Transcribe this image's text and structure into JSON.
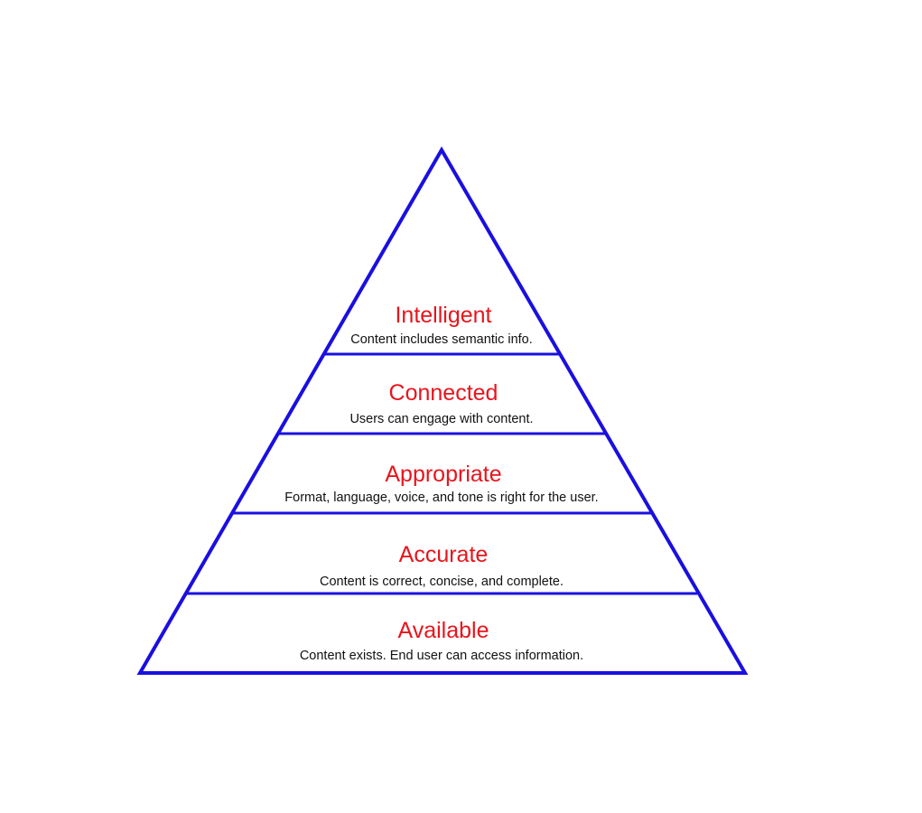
{
  "diagram": {
    "type": "pyramid",
    "colors": {
      "outline": "#1a0fe0",
      "title": "#e8141c",
      "description": "#111111",
      "background": "#ffffff"
    },
    "layers": [
      {
        "title": "Intelligent",
        "description": "Content includes semantic info."
      },
      {
        "title": "Connected",
        "description": "Users can engage with content."
      },
      {
        "title": "Appropriate",
        "description": "Format, language, voice, and tone is right for the user."
      },
      {
        "title": "Accurate",
        "description": "Content is correct, concise, and complete."
      },
      {
        "title": "Available",
        "description": "Content exists. End user can access information."
      }
    ]
  }
}
